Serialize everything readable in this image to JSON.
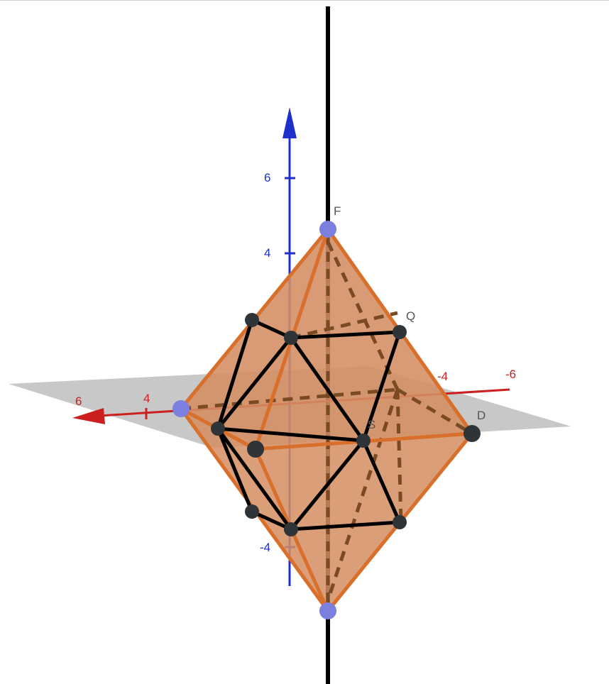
{
  "colors": {
    "solid_fill": "#d9956b",
    "solid_edge": "#d86f2a",
    "inner_edge": "#000000",
    "axis_x": "#cc1f1f",
    "axis_z": "#1f2fcc",
    "vertical_line": "#000000",
    "vertex_blue": "#7b7fe0",
    "vertex_dark": "#2e3437",
    "plane": "#9a9a9a"
  },
  "axis_labels": {
    "z_6": "6",
    "z_4": "4",
    "z_neg4": "-4",
    "x_6": "6",
    "x_4": "4",
    "y_neg6": "-6",
    "y_neg4": "-4"
  },
  "point_labels": {
    "F": "F",
    "Q": "Q",
    "D": "D",
    "S": "S"
  },
  "icons": {
    "z_arrow": "arrow-up-icon",
    "x_arrow": "arrow-left-icon"
  }
}
